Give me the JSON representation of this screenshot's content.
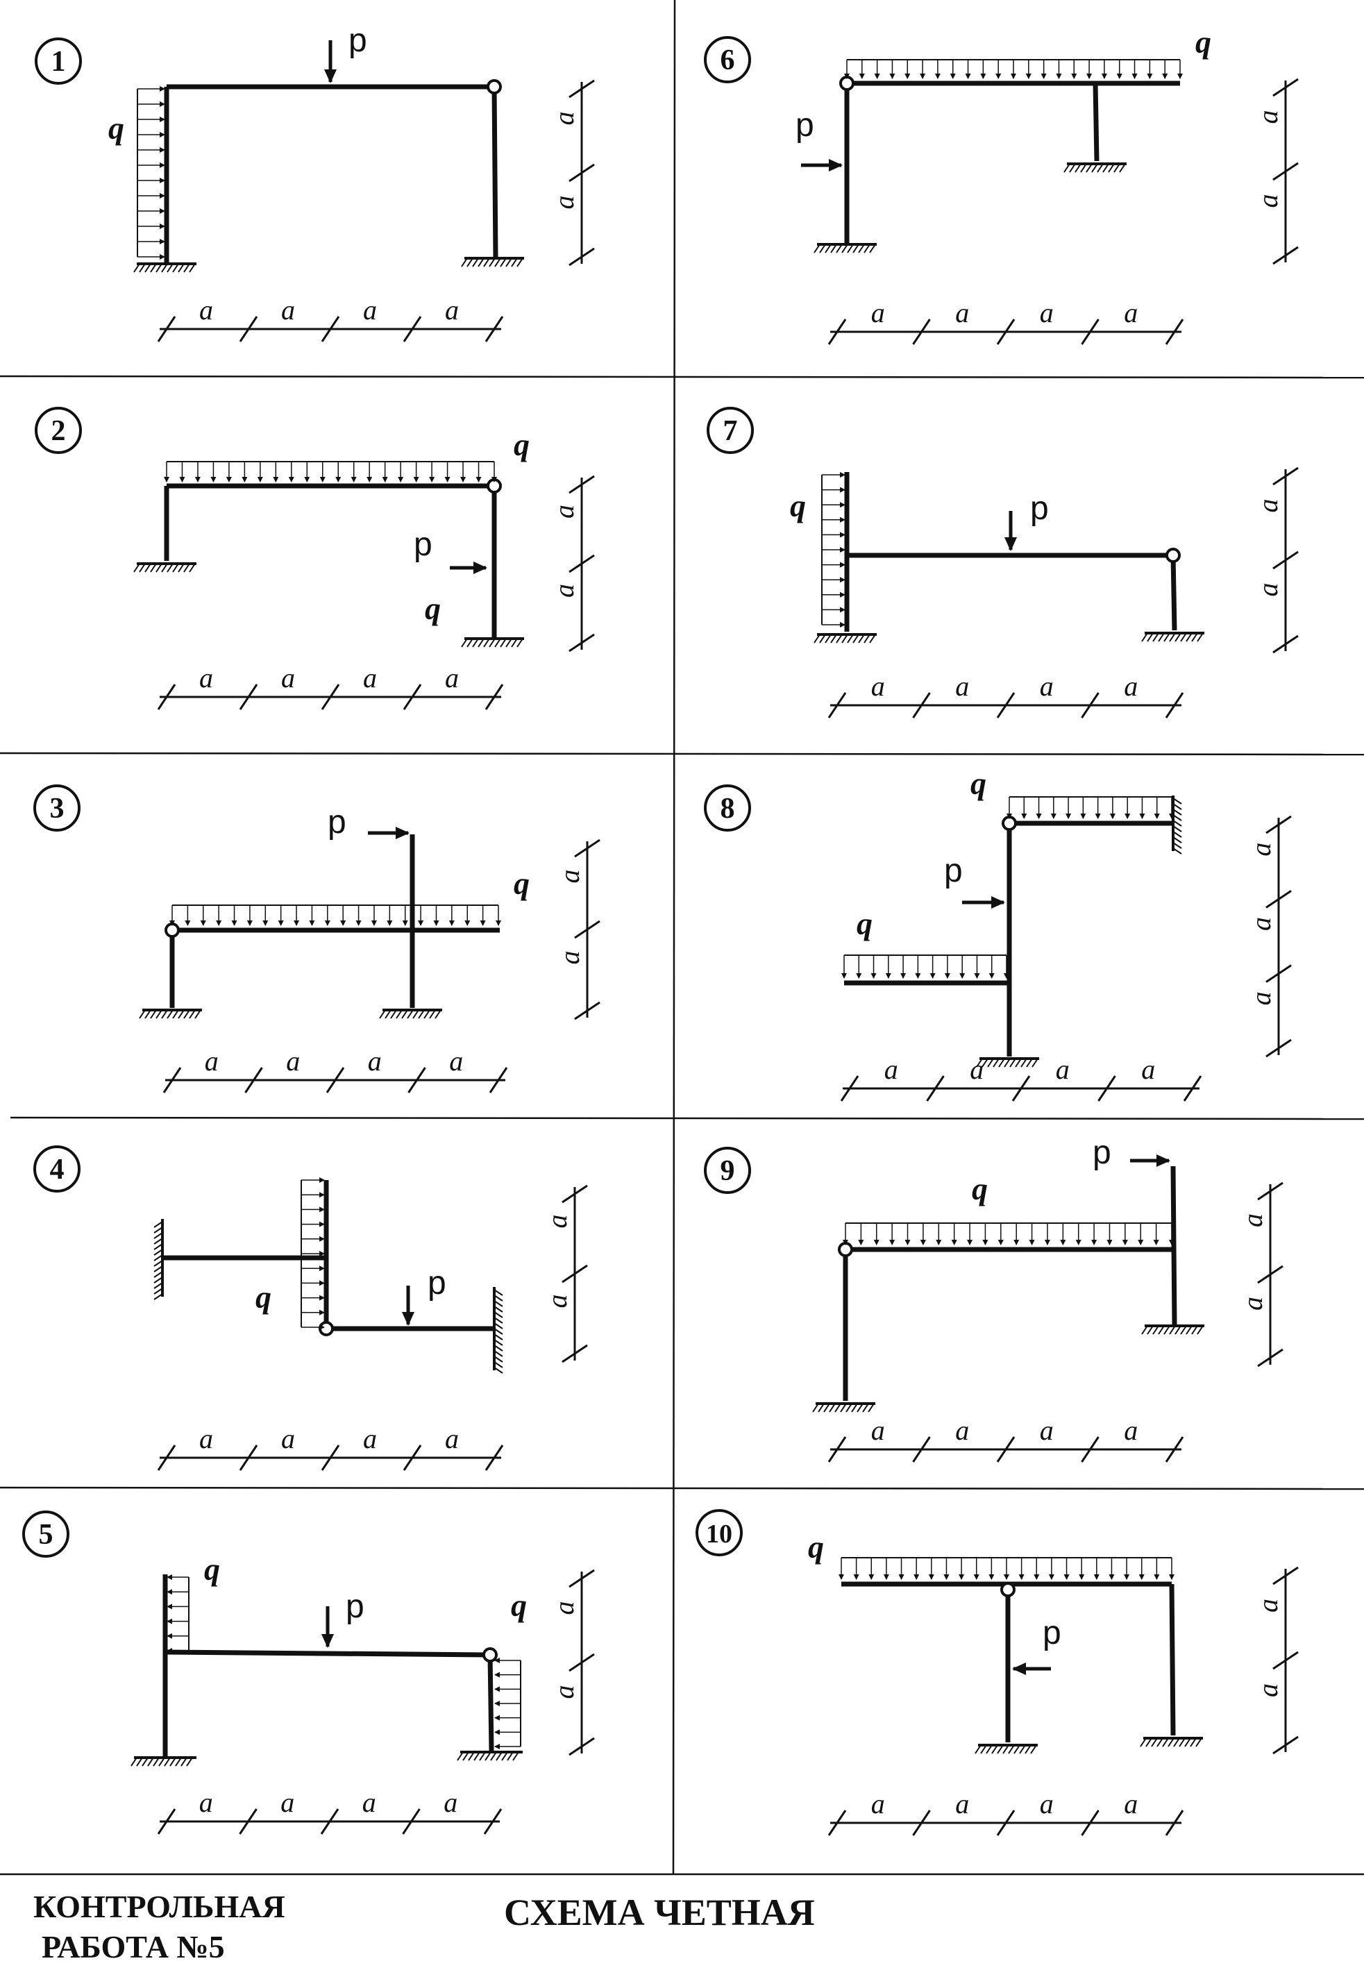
{
  "footer": {
    "left_line1": "КОНТРОЛЬНАЯ",
    "left_line2": "РАБОТА №5",
    "center": "СХЕМА ЧЕТНАЯ"
  },
  "labels": {
    "dimension": "a",
    "distributed_load": "q",
    "point_load": "p"
  },
  "schemes": [
    {
      "number": "1"
    },
    {
      "number": "2"
    },
    {
      "number": "3"
    },
    {
      "number": "4"
    },
    {
      "number": "5"
    },
    {
      "number": "6"
    },
    {
      "number": "7"
    },
    {
      "number": "8"
    },
    {
      "number": "9"
    },
    {
      "number": "10"
    }
  ],
  "colors": {
    "ink": "#111111",
    "paper": "#ffffff"
  }
}
